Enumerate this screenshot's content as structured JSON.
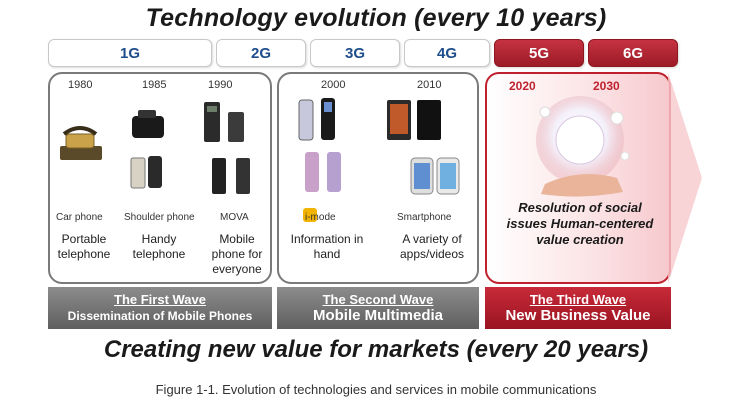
{
  "title_top": "Technology evolution (every 10 years)",
  "title_bottom": "Creating new value for markets (every 20 years)",
  "caption": "Figure 1-1.   Evolution of technologies and services in mobile communications",
  "generations": [
    "1G",
    "2G",
    "3G",
    "4G",
    "5G",
    "6G"
  ],
  "wave1": {
    "years": [
      "1980",
      "1985",
      "1990"
    ],
    "devices": [
      "Car phone",
      "Shoulder phone",
      "MOVA"
    ],
    "descriptions": [
      "Portable telephone",
      "Handy telephone",
      "Mobile phone for everyone"
    ],
    "footer_title": "The First Wave",
    "footer_sub": "Dissemination of Mobile Phones"
  },
  "wave2": {
    "years": [
      "2000",
      "2010"
    ],
    "devices": [
      "i-mode",
      "Smartphone"
    ],
    "descriptions": [
      "Information in hand",
      "A variety of apps/videos"
    ],
    "footer_title": "The Second Wave",
    "footer_sub": "Mobile Multimedia"
  },
  "wave3": {
    "years": [
      "2020",
      "2030"
    ],
    "description": "Resolution of social issues Human-centered value creation",
    "footer_title": "The Third Wave",
    "footer_sub": "New Business Value"
  },
  "colors": {
    "accent_red": "#c0212e",
    "tab_text_blue": "#1f4e8c",
    "gray_footer": "#6e6e6e"
  }
}
